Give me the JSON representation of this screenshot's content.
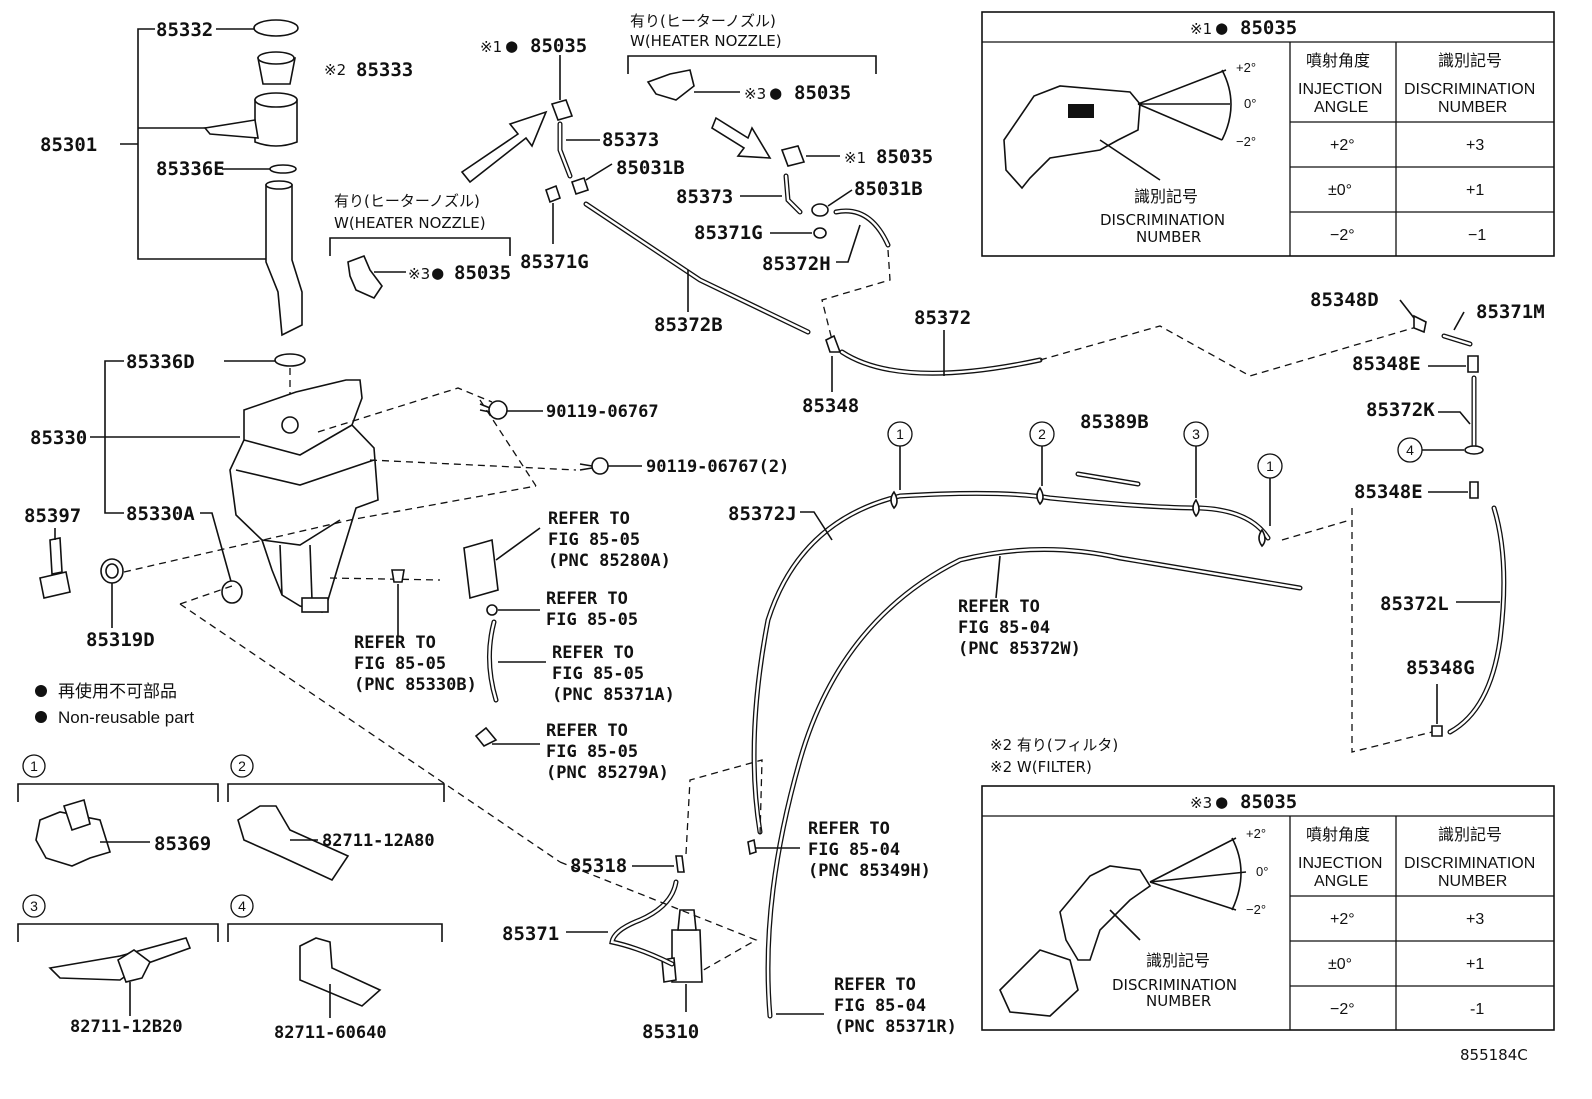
{
  "diagram_code": "855184C",
  "part_numbers": {
    "p85332": "85332",
    "p85333": "85333",
    "p85301": "85301",
    "p85336E": "85336E",
    "p85336D": "85336D",
    "p85330": "85330",
    "p85330A": "85330A",
    "p85397": "85397",
    "p85319D": "85319D",
    "p85035_a": "85035",
    "p85035_b": "85035",
    "p85035_c": "85035",
    "p85035_d": "85035",
    "p85373_a": "85373",
    "p85373_b": "85373",
    "p85031B_a": "85031B",
    "p85031B_b": "85031B",
    "p85371G_a": "85371G",
    "p85371G_b": "85371G",
    "p85372H": "85372H",
    "p85372B": "85372B",
    "p85372": "85372",
    "p85348": "85348",
    "p85348D": "85348D",
    "p85371M": "85371M",
    "p85348E_a": "85348E",
    "p85348E_b": "85348E",
    "p85372K": "85372K",
    "p85372L": "85372L",
    "p85348G": "85348G",
    "p85389B": "85389B",
    "p85372J": "85372J",
    "p90119_a": "90119-06767",
    "p90119_b": "90119-06767(2)",
    "p85318": "85318",
    "p85371": "85371",
    "p85310": "85310",
    "p85369": "85369",
    "p82711_12A80": "82711-12A80",
    "p82711_12B20": "82711-12B20",
    "p82711_60640": "82711-60640"
  },
  "marks": {
    "m1": "※1",
    "m2": "※2",
    "m3": "※3",
    "dot": "●"
  },
  "heater_label": {
    "jp": "有り(ヒーターノズル)",
    "en": "W(HEATER NOZZLE)"
  },
  "filter_note": {
    "jp": "※2 有り(フィルタ)",
    "en": "※2 W(FILTER)"
  },
  "legend": {
    "jp": "再使用不可部品",
    "en": "Non-reusable part"
  },
  "refer": {
    "r1": [
      "REFER TO",
      "FIG 85-05",
      "(PNC 85280A)"
    ],
    "r2": [
      "REFER TO",
      "FIG 85-05"
    ],
    "r3": [
      "REFER TO",
      "FIG 85-05",
      "(PNC 85371A)"
    ],
    "r4": [
      "REFER TO",
      "FIG 85-05",
      "(PNC 85279A)"
    ],
    "r5": [
      "REFER TO",
      "FIG 85-05",
      "(PNC 85330B)"
    ],
    "r6": [
      "REFER TO",
      "FIG 85-04",
      "(PNC 85372W)"
    ],
    "r7": [
      "REFER TO",
      "FIG 85-04",
      "(PNC 85349H)"
    ],
    "r8": [
      "REFER TO",
      "FIG 85-04",
      "(PNC 85371R)"
    ]
  },
  "callouts": [
    "1",
    "2",
    "3",
    "4"
  ],
  "table1": {
    "title_mark": "※1",
    "title_dot": "●",
    "title_pn": "85035",
    "col_angle_jp": "噴射角度",
    "col_angle_en": [
      "INJECTION",
      "ANGLE"
    ],
    "col_num_jp": "識別記号",
    "col_num_en": [
      "DISCRIMINATION",
      "NUMBER"
    ],
    "rows": [
      [
        "+2°",
        "+3"
      ],
      [
        "±0°",
        "+1"
      ],
      [
        "−2°",
        "−1"
      ]
    ],
    "img_label_jp": "識別記号",
    "img_label_en": [
      "DISCRIMINATION",
      "NUMBER"
    ],
    "angles": [
      "+2°",
      "0°",
      "−2°"
    ]
  },
  "table2": {
    "title_mark": "※3",
    "title_dot": "●",
    "title_pn": "85035",
    "col_angle_jp": "噴射角度",
    "col_angle_en": [
      "INJECTION",
      "ANGLE"
    ],
    "col_num_jp": "識別記号",
    "col_num_en": [
      "DISCRIMINATION",
      "NUMBER"
    ],
    "rows": [
      [
        "+2°",
        "+3"
      ],
      [
        "±0°",
        "+1"
      ],
      [
        "−2°",
        "-1"
      ]
    ],
    "img_label_jp": "識別記号",
    "img_label_en": [
      "DISCRIMINATION",
      "NUMBER"
    ],
    "angles": [
      "+2°",
      "0°",
      "−2°"
    ]
  },
  "colors": {
    "ink": "#111111",
    "paper": "#ffffff"
  }
}
